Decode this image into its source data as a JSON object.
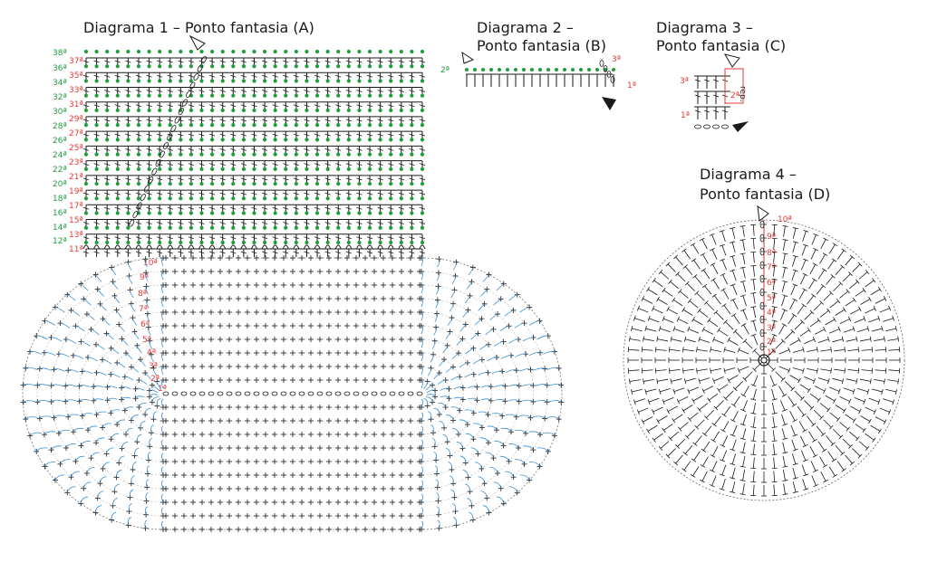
{
  "diagrams": [
    {
      "id": "d1",
      "title": "Diagrama 1 – Ponto fantasia (A)"
    },
    {
      "id": "d2",
      "title_line1": "Diagrama 2 –",
      "title_line2": "Ponto fantasia (B)"
    },
    {
      "id": "d3",
      "title_line1": "Diagrama 3 –",
      "title_line2": "Ponto fantasia (C)"
    },
    {
      "id": "d4",
      "title_line1": "Diagrama 4 –",
      "title_line2": "Ponto fantasia (D)"
    }
  ],
  "d1": {
    "rows_left_green": [
      "38ª",
      "36ª",
      "34ª",
      "32ª",
      "30ª",
      "28ª",
      "26ª",
      "24ª",
      "22ª",
      "20ª",
      "18ª",
      "16ª",
      "14ª",
      "12ª"
    ],
    "rows_right_red": [
      "37ª",
      "35ª",
      "33ª",
      "31ª",
      "29ª",
      "27ª",
      "25ª",
      "23ª",
      "21ª",
      "19ª",
      "17ª",
      "15ª",
      "13ª",
      "11ª"
    ],
    "oval_rows": [
      "10ª",
      "9ª",
      "8ª",
      "7ª",
      "6ª",
      "5ª",
      "4ª",
      "3ª",
      "2ª",
      "1ª"
    ]
  },
  "d2": {
    "row1": "1ª",
    "row2": "2ª",
    "row3": "3ª"
  },
  "d3": {
    "row1": "1ª",
    "row2": "2ª",
    "row3": "3ª",
    "rep": "rep."
  },
  "d4": {
    "rows": [
      "10ª",
      "9ª",
      "8ª",
      "7ª",
      "6ª",
      "5ª",
      "4ª",
      "3ª",
      "2ª",
      "1ª"
    ]
  },
  "colors": {
    "red": "#e53935",
    "green": "#1f9d3a",
    "blue": "#3a8fd6",
    "ink": "#1a1a1a"
  }
}
